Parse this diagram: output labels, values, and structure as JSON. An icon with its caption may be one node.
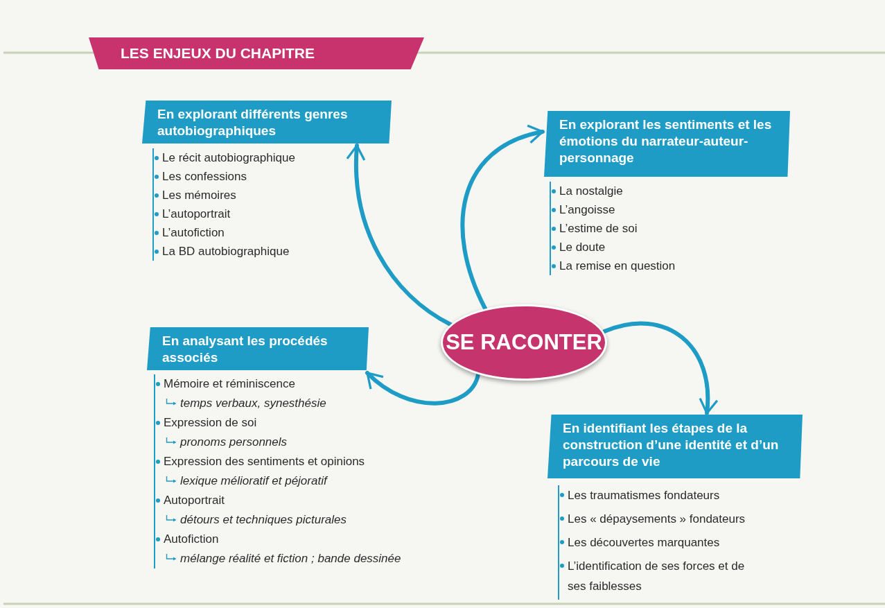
{
  "diagram": {
    "title": "LES ENJEUX DU CHAPITRE",
    "nodes": [
      {
        "text": [
          "SE RACONTER"
        ]
      },
      {
        "text": [
          "En explorant différents genres autobiographiques"
        ],
        "beside": [
          "Le récit autobiographique",
          "Les confessions",
          "Les mémoires",
          "L’autoportrait",
          "L’autofiction",
          "La BD autobiographique"
        ]
      },
      {
        "text": [
          "En explorant les sentiments et les émotions du narrateur-auteur-personnage"
        ],
        "beside": [
          "La nostalgie",
          "L’angoisse",
          "L’estime de soi",
          "Le doute",
          "La remise en question"
        ]
      },
      {
        "text": [
          "En analysant les procédés associés"
        ],
        "beside": [
          "Mémoire et réminiscence",
          "temps verbaux, synesthésie",
          "Expression de soi",
          "pronoms personnels",
          "Expression des sentiments et opinions",
          "lexique mélioratif et péjoratif",
          "Autoportrait",
          "détours et techniques picturales",
          "Autofiction",
          "mélange réalité et fiction ; bande dessinée"
        ]
      },
      {
        "text": [
          "En identifiant les étapes de la construction d’une identité et d’un parcours de vie"
        ],
        "beside": [
          "Les traumatismes fondateurs",
          "Les « dépaysements » fondateurs",
          "Les découvertes marquantes",
          "L’identification de ses forces et de ses faiblesses"
        ]
      }
    ],
    "edges": [
      {
        "from": 0,
        "to": 1,
        "arrow": "to"
      },
      {
        "from": 0,
        "to": 2,
        "arrow": "to"
      },
      {
        "from": 0,
        "to": 3,
        "arrow": "to"
      },
      {
        "from": 0,
        "to": 4,
        "arrow": "to"
      }
    ]
  }
}
